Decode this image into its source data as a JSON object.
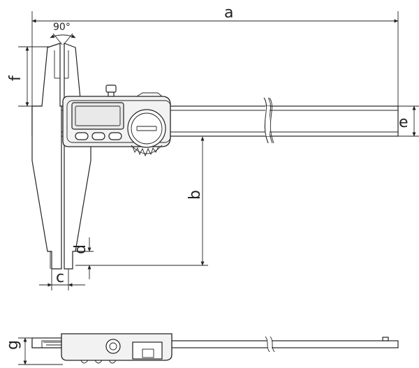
{
  "labels": {
    "a": "a",
    "b": "b",
    "c": "c",
    "d": "d",
    "e": "e",
    "f": "f",
    "g": "g",
    "angle": "90°"
  },
  "colors": {
    "line": "#222222",
    "body": "#f2f2f2",
    "background": "#ffffff"
  }
}
